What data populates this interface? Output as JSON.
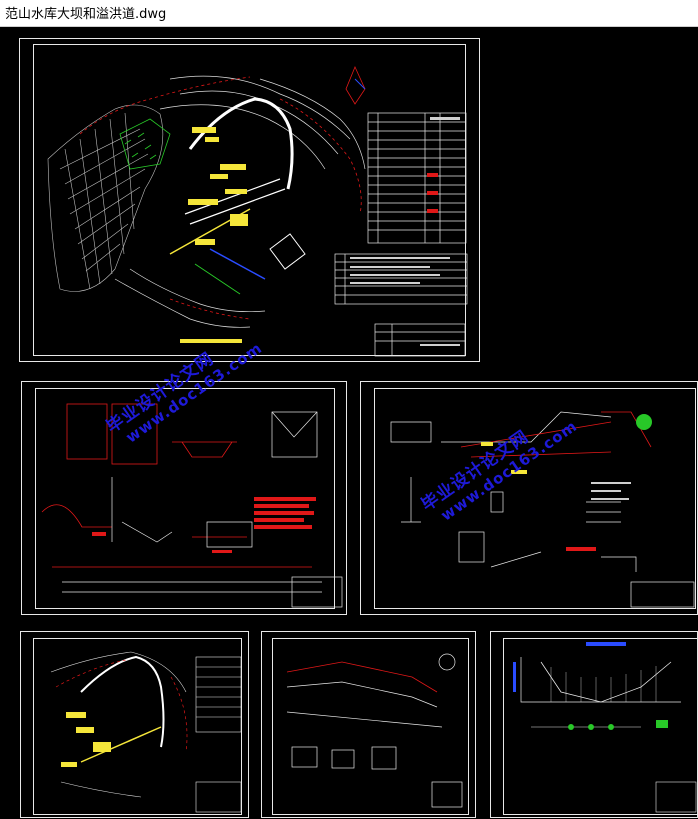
{
  "window": {
    "title": "范山水库大坝和溢洪道.dwg"
  },
  "watermark": {
    "line1": "毕业设计论文网",
    "line2": "www.doc163.com"
  },
  "colors": {
    "background": "#000000",
    "frame": "#e8e8e8",
    "highlight": "#f5e63a",
    "annotation_red": "#e01818",
    "annotation_blue": "#2a4cff",
    "contour_green": "#28c828",
    "watermark": "#1e1ad8"
  },
  "sheets": [
    {
      "name": "site-plan-sheet"
    },
    {
      "name": "dam-details-sheet"
    },
    {
      "name": "spillway-sections-sheet"
    },
    {
      "name": "layout-plan-sheet"
    },
    {
      "name": "profile-sheet"
    },
    {
      "name": "cross-section-sheet"
    }
  ]
}
